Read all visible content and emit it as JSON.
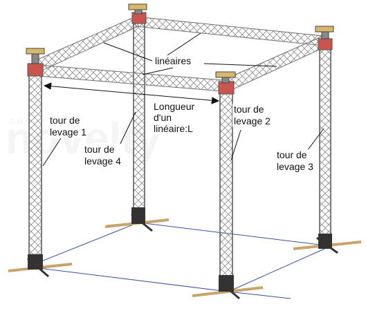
{
  "labels": {
    "lineaires": "linéaires",
    "longueur_line1": "Longueur",
    "longueur_line2": "d'un",
    "longueur_line3": "linéaire:L",
    "tour1_line1": "tour de",
    "tour1_line2": "levage 1",
    "tour2_line1": "tour de",
    "tour2_line2": "levage 2",
    "tour3_line1": "tour de",
    "tour3_line2": "levage 3",
    "tour4_line1": "tour de",
    "tour4_line2": "levage 4"
  },
  "watermark": {
    "text": "novelty",
    "small_text": "GROUP"
  },
  "colors": {
    "truss": "#6f6f6f",
    "truss_light": "#c8c8c8",
    "sleeve": "#c9554e",
    "motor_plate": "#d9b86a",
    "base": "#333333",
    "outrigger": "#c9a46a",
    "floor_line": "#3a4fa0",
    "watermark": "#ececec"
  }
}
